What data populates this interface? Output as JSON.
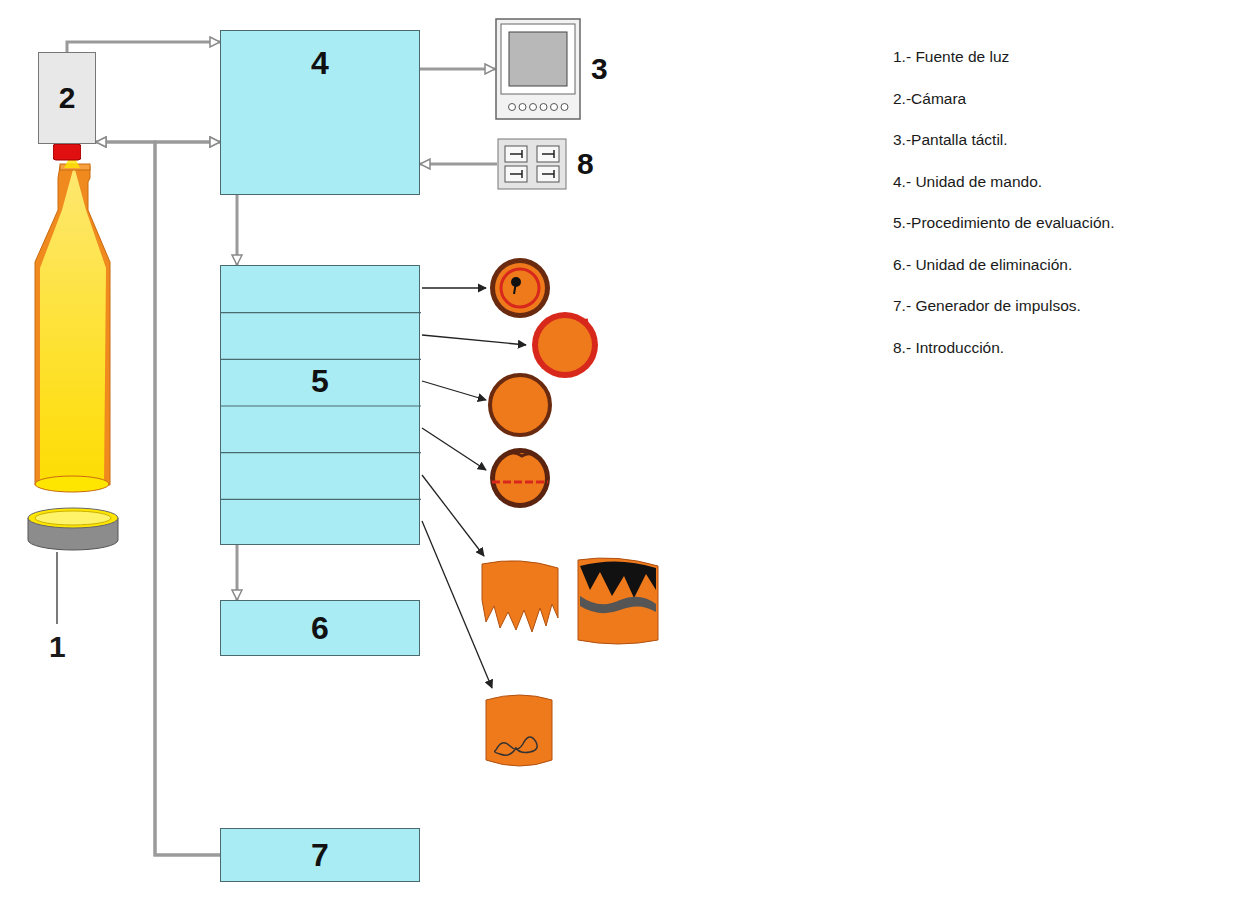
{
  "diagram": {
    "nodes": [
      {
        "text": [
          "2"
        ]
      },
      {
        "text": [
          "4"
        ]
      },
      {
        "text": [
          "3"
        ]
      },
      {
        "text": [
          "8"
        ]
      },
      {
        "text": [
          "5"
        ]
      },
      {
        "text": [
          "6"
        ]
      },
      {
        "text": [
          "7"
        ]
      }
    ],
    "edges": [
      {
        "from": 0,
        "to": 1,
        "arrow": "to"
      },
      {
        "from": 0,
        "to": 1,
        "arrow": "both"
      },
      {
        "from": 6,
        "to": 0,
        "arrow": "to"
      },
      {
        "from": 6,
        "to": 1,
        "arrow": "to"
      },
      {
        "from": 1,
        "to": 2,
        "arrow": "to"
      },
      {
        "from": 3,
        "to": 1,
        "arrow": "to"
      },
      {
        "from": 1,
        "to": 4,
        "arrow": "to"
      },
      {
        "from": 4,
        "to": 5,
        "arrow": "to"
      }
    ],
    "labels": [
      "1",
      "1.- Fuente de luz",
      "2.-Cámara",
      "3.-Pantalla táctil.",
      "4.- Unidad de mando.",
      "5.-Procedimiento de evaluación.",
      "6.- Unidad de eliminación.",
      "7.- Generador de impulsos.",
      "8.- Introducción."
    ]
  }
}
